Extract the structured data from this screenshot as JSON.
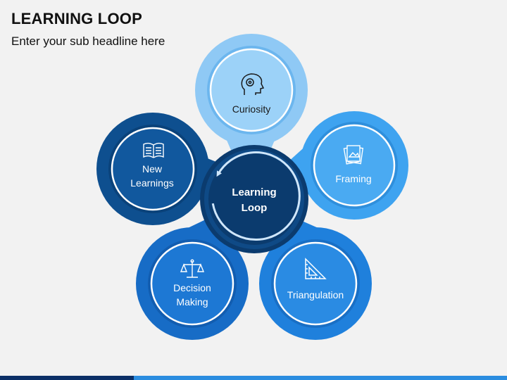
{
  "slide": {
    "title": "LEARNING LOOP",
    "subtitle": "Enter your sub headline here"
  },
  "center": {
    "line1": "Learning",
    "line2": "Loop"
  },
  "petals": [
    {
      "line1": "Curiosity",
      "line2": "",
      "icon": "head-gear-icon"
    },
    {
      "line1": "Framing",
      "line2": "",
      "icon": "documents-icon"
    },
    {
      "line1": "Triangulation",
      "line2": "",
      "icon": "set-square-icon"
    },
    {
      "line1": "Decision",
      "line2": "Making",
      "icon": "balance-scale-icon"
    },
    {
      "line1": "New",
      "line2": "Learnings",
      "icon": "open-book-icon"
    }
  ],
  "colors": {
    "curiosity": "#8fc9f5",
    "framing": "#3ea3f0",
    "triangulation": "#1f80dc",
    "decision": "#176cc6",
    "new_learnings": "#0e4f8f",
    "center": "#0b3b6e",
    "background": "#f2f2f2"
  }
}
